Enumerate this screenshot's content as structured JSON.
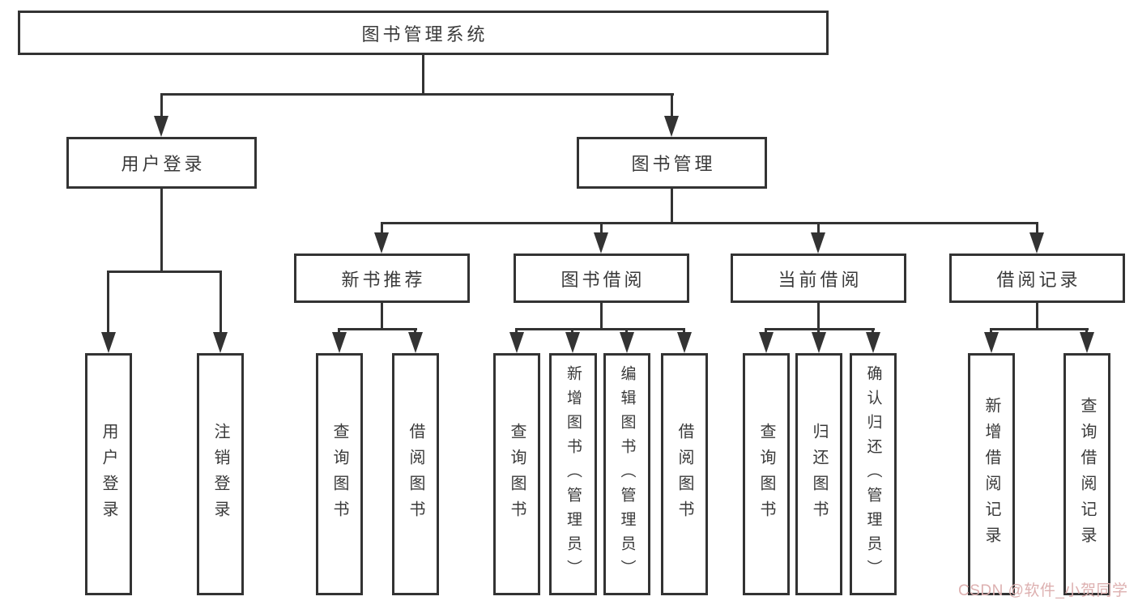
{
  "diagram": {
    "root": {
      "label": "图书管理系统"
    },
    "level1": {
      "user_login": {
        "label": "用户登录"
      },
      "book_management": {
        "label": "图书管理"
      }
    },
    "level2": {
      "new_book_recommend": {
        "label": "新书推荐"
      },
      "book_borrow": {
        "label": "图书借阅"
      },
      "current_borrow": {
        "label": "当前借阅"
      },
      "borrow_records": {
        "label": "借阅记录"
      }
    },
    "leaves": {
      "user_login_leaf": {
        "label": "用户登录"
      },
      "logout_leaf": {
        "label": "注销登录"
      },
      "nb_query_books": {
        "label": "查询图书"
      },
      "nb_borrow_books": {
        "label": "借阅图书"
      },
      "bb_query_books": {
        "label": "查询图书"
      },
      "bb_add_books": {
        "label": "新增图书（管理员）"
      },
      "bb_edit_books": {
        "label": "编辑图书（管理员）"
      },
      "bb_borrow_books": {
        "label": "借阅图书"
      },
      "cb_query_books": {
        "label": "查询图书"
      },
      "cb_return_books": {
        "label": "归还图书"
      },
      "cb_confirm_return": {
        "label": "确认归还（管理员）"
      },
      "br_add_record": {
        "label": "新增借阅记录"
      },
      "br_query_record": {
        "label": "查询借阅记录"
      }
    }
  },
  "watermark": {
    "text": "CSDN @软件_小贺同学"
  },
  "colors": {
    "line": "#333333",
    "text": "#3a3a3a",
    "watermark": "#ddb0b0",
    "background": "#ffffff"
  }
}
